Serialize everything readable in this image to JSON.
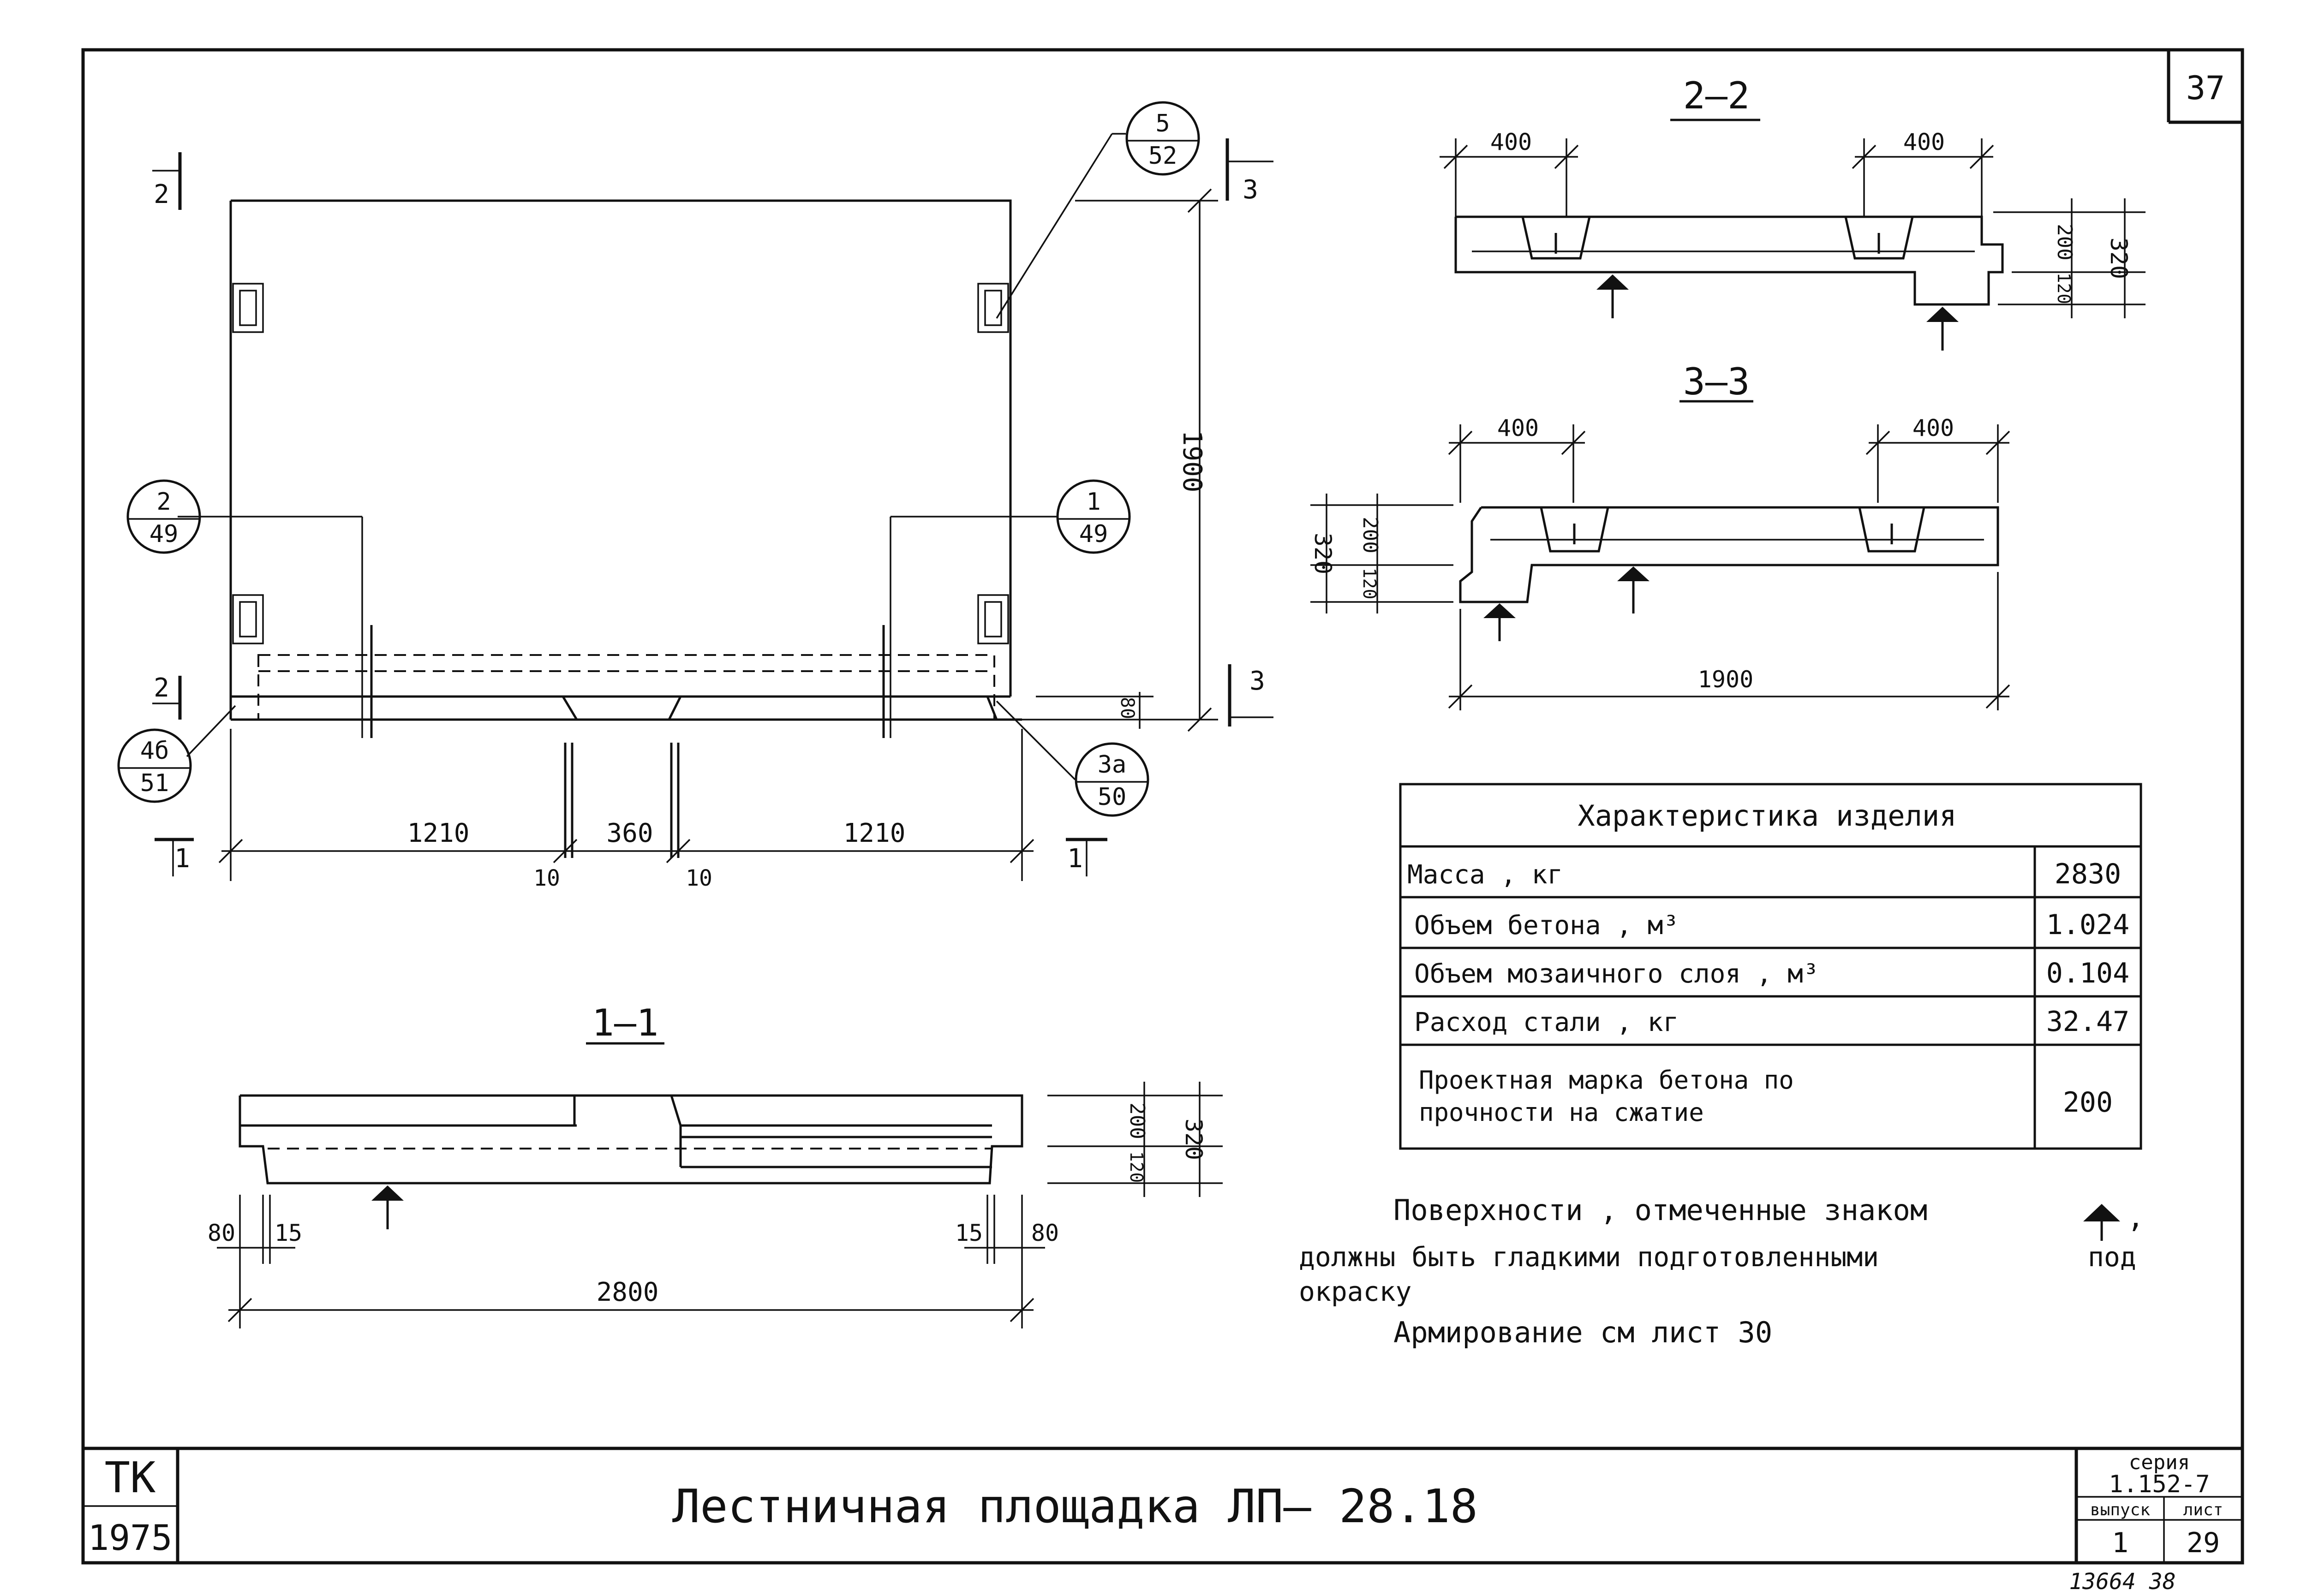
{
  "sheet": {
    "page_number": "37",
    "footer_number": "13664  38"
  },
  "plan": {
    "callout_top_right": {
      "top": "5",
      "bottom": "52"
    },
    "callout_mid_left": {
      "top": "2",
      "bottom": "49"
    },
    "callout_mid_right": {
      "top": "1",
      "bottom": "49"
    },
    "callout_bottom_left": {
      "top": "4б",
      "bottom": "51"
    },
    "callout_bottom_right": {
      "top": "3а",
      "bottom": "50"
    },
    "cut_2_top": "2",
    "cut_2_bottom": "2",
    "cut_3_top": "3",
    "cut_3_bottom": "3",
    "cut_1_left": "1",
    "cut_1_right": "1",
    "dim_height": "1900",
    "dim_step": "80",
    "dim_left": "1210",
    "dim_mid": "360",
    "dim_right": "1210",
    "dim_gap_left": "10",
    "dim_gap_right": "10"
  },
  "section_2_2": {
    "title": "2—2",
    "dim_left": "400",
    "dim_right": "400",
    "dim_200": "200",
    "dim_120": "120",
    "dim_320": "320"
  },
  "section_3_3": {
    "title": "3—3",
    "dim_left": "400",
    "dim_right": "400",
    "dim_320": "320",
    "dim_200": "200",
    "dim_120": "120",
    "dim_length": "1900"
  },
  "section_1_1": {
    "title": "1—1",
    "dim_200": "200",
    "dim_120": "120",
    "dim_320": "320",
    "dim_80_left": "80",
    "dim_15_left": "15",
    "dim_15_right": "15",
    "dim_80_right": "80",
    "dim_length": "2800"
  },
  "characteristics": {
    "title": "Характеристика    изделия",
    "rows": [
      {
        "label": "Масса , кг",
        "value": "2830"
      },
      {
        "label": "Объем  бетона , м³",
        "value": "1.024"
      },
      {
        "label": "Объем мозаичного слоя , м³",
        "value": "0.104"
      },
      {
        "label": "Расход  стали , кг",
        "value": "32.47"
      },
      {
        "label": "Проектная  марка  бетона  по",
        "label2": "прочности  на  сжатие",
        "value": "200"
      }
    ]
  },
  "notes": {
    "line1": "Поверхности , отмеченные  знаком",
    "line1_end": ",",
    "line2": "должны быть гладкими подготовленными",
    "line2_end": "под",
    "line3": "окраску",
    "line4": "Армирование см лист 30"
  },
  "title_block": {
    "org": "ТК",
    "year": "1975",
    "title": "Лестничная      площадка      ЛП– 28.18",
    "series_label": "серия",
    "series_value": "1.152-7",
    "issue_label": "выпуск",
    "issue_value": "1",
    "sheet_label": "лист",
    "sheet_value": "29"
  }
}
